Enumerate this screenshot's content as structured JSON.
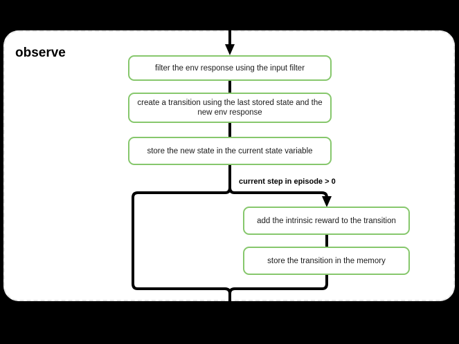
{
  "diagram": {
    "type": "flowchart",
    "group": {
      "title": "observe",
      "border_style": "dashed",
      "border_color": "#e6e6e6",
      "background": "#ffffff"
    },
    "canvas_background": "#000000",
    "node_border_color": "#86c76c",
    "connector_color": "#000000",
    "nodes": [
      {
        "id": "filter",
        "label": "filter the env response using the input filter"
      },
      {
        "id": "create",
        "label": "create a transition using the last stored state and the new env response"
      },
      {
        "id": "store_state",
        "label": "store the new state in the current state variable"
      },
      {
        "id": "add_reward",
        "label": "add the intrinsic reward to the transition"
      },
      {
        "id": "store_trans",
        "label": "store the transition in the memory"
      }
    ],
    "edges": [
      {
        "from": "entry",
        "to": "filter",
        "label": ""
      },
      {
        "from": "filter",
        "to": "create",
        "label": ""
      },
      {
        "from": "create",
        "to": "store_state",
        "label": ""
      },
      {
        "from": "store_state",
        "to": "add_reward",
        "label": "current step in episode > 0"
      },
      {
        "from": "add_reward",
        "to": "store_trans",
        "label": ""
      },
      {
        "from": "store_state",
        "to": "exit",
        "label": ""
      },
      {
        "from": "store_trans",
        "to": "exit",
        "label": ""
      }
    ],
    "branch_label": "current step in episode > 0"
  }
}
